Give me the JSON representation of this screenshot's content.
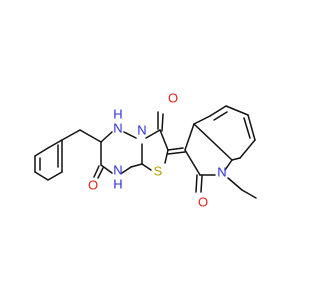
{
  "structure": {
    "background": "#ffffff",
    "bond_color": "#111111",
    "element_colors": {
      "O": "#e8201a",
      "N": "#2b2ed8",
      "S": "#b2a100"
    },
    "labels": {
      "o_top": "O",
      "o_left": "O",
      "o_right": "O",
      "nh_top": "N",
      "nh_top_h": "H",
      "n_ring": "N",
      "nh_bottom": "N",
      "nh_bottom_h": "H",
      "s_ring": "S",
      "n_indole": "N"
    }
  }
}
